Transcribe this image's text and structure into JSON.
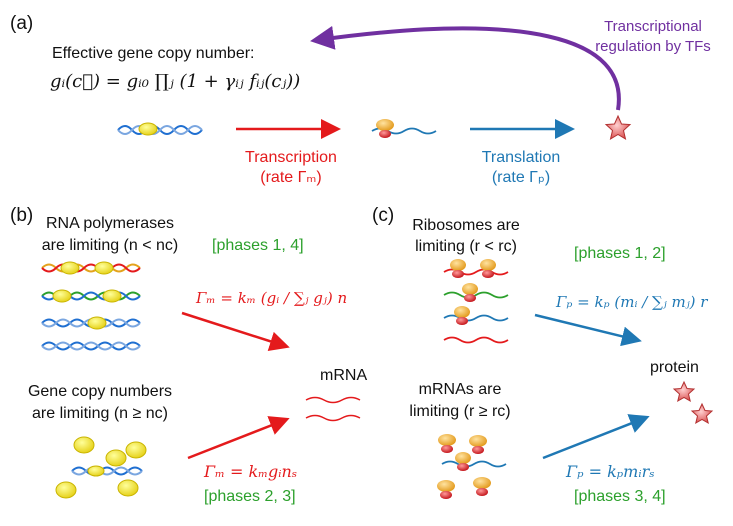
{
  "panels": {
    "a": "(a)",
    "b": "(b)",
    "c": "(c)"
  },
  "top": {
    "effective_title": "Effective gene copy number:",
    "formula": "gᵢ(c⃗) = gᵢ₀ ∏ⱼ (1 + γᵢⱼ fᵢⱼ(cⱼ))",
    "transcription": "Transcription",
    "transcription_rate": "(rate Γₘ)",
    "translation": "Translation",
    "translation_rate": "(rate Γₚ)",
    "regulation_line1": "Transcriptional",
    "regulation_line2": "regulation by TFs"
  },
  "panel_b": {
    "rnap_line1": "RNA polymerases",
    "rnap_line2": "are limiting (n < nᴄ)",
    "phases_14": "[phases 1, 4]",
    "formula1": "Γₘ = kₘ (gᵢ / ∑ⱼ gⱼ) n",
    "gene_line1": "Gene copy numbers",
    "gene_line2": "are limiting (n ≥ nᴄ)",
    "formula2": "Γₘ = kₘgᵢnₛ",
    "phases_23": "[phases 2, 3]",
    "mrna_label": "mRNA"
  },
  "panel_c": {
    "ribo_line1": "Ribosomes are",
    "ribo_line2": "limiting (r < rᴄ)",
    "phases_12": "[phases 1, 2]",
    "formula1": "Γₚ = kₚ (mᵢ / ∑ⱼ mⱼ) r",
    "mrna_line1": "mRNAs are",
    "mrna_line2": "limiting (r ≥ rᴄ)",
    "formula2": "Γₚ = kₚmᵢrₛ",
    "phases_34": "[phases 3, 4]",
    "protein_label": "protein"
  },
  "colors": {
    "red": "#e41a1c",
    "blue": "#1f78b4",
    "green": "#2ca02c",
    "purple": "#7030a0"
  }
}
